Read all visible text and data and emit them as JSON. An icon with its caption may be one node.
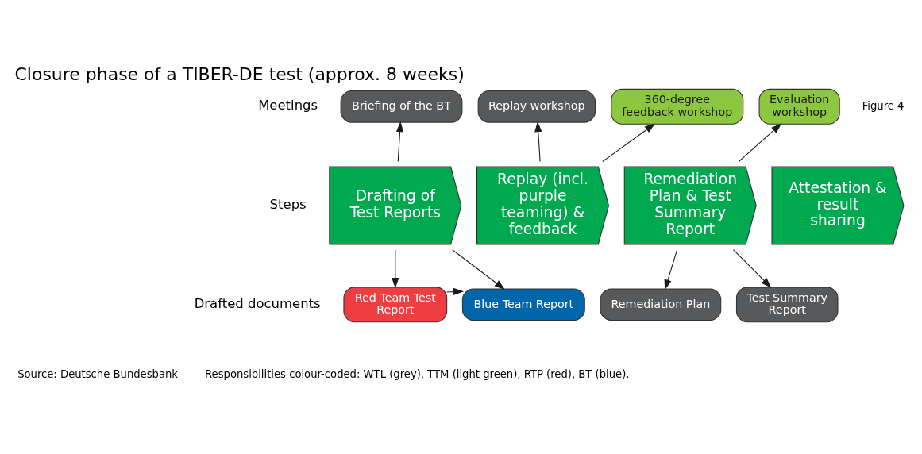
{
  "diagram": {
    "title": "Closure phase of a TIBER-DE test (approx. 8 weeks)",
    "caption": "Responsibilities colour-coded: WTL (grey), TTM (light green), RTP (red), BT (blue).",
    "nodes": [
      {
        "text": [
          "Briefing of the BT"
        ]
      },
      {
        "text": [
          "Replay workshop"
        ]
      },
      {
        "text": [
          "360-degree feedback workshop"
        ]
      },
      {
        "text": [
          "Evaluation workshop"
        ]
      },
      {
        "text": [
          "Drafting of Test Reports"
        ]
      },
      {
        "text": [
          "Replay (incl. purple teaming) & feedback"
        ]
      },
      {
        "text": [
          "Remediation Plan & Test Summary Report"
        ]
      },
      {
        "text": [
          "Attestation & result sharing"
        ]
      },
      {
        "text": [
          "Red Team Test Report"
        ]
      },
      {
        "text": [
          "Blue Team Report"
        ]
      },
      {
        "text": [
          "Remediation Plan"
        ]
      },
      {
        "text": [
          "Test Summary Report"
        ]
      }
    ],
    "edges": [
      {
        "from": 4,
        "to": 0,
        "arrow": "to"
      },
      {
        "from": 5,
        "to": 1,
        "arrow": "to"
      },
      {
        "from": 5,
        "to": 2,
        "arrow": "to"
      },
      {
        "from": 6,
        "to": 3,
        "arrow": "to"
      },
      {
        "from": 4,
        "to": 8,
        "arrow": "to"
      },
      {
        "from": 4,
        "to": 9,
        "arrow": "to"
      },
      {
        "from": 8,
        "to": 9,
        "arrow": "to"
      },
      {
        "from": 6,
        "to": 10,
        "arrow": "to"
      },
      {
        "from": 6,
        "to": 11,
        "arrow": "to"
      }
    ],
    "labels": [
      "Figure 4",
      "Meetings",
      "Steps",
      "Drafted documents",
      "Source: Deutsche Bundesbank"
    ]
  }
}
